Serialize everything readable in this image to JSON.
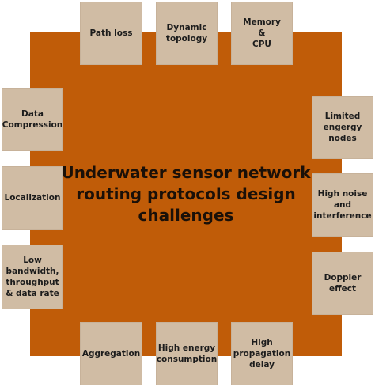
{
  "center": {
    "title": "Underwater sensor network\nrouting protocols design\nchallenges"
  },
  "challenges": {
    "top": [
      "Path loss",
      "Dynamic\ntopology",
      "Memory\n&\nCPU"
    ],
    "right": [
      "Limited\nengergy\nnodes",
      "High noise\nand\ninterference",
      "Doppler\neffect"
    ],
    "bottom": [
      "Aggregation",
      "High energy\nconsumption",
      "High\npropagation\ndelay"
    ],
    "left": [
      "Data\nCompression",
      "Localization",
      "Low\nbandwidth,\nthroughput\n& data rate"
    ]
  },
  "colors": {
    "center_fill": "#c05c08",
    "box_fill": "#d0bca4",
    "text": "#1c1c1c"
  }
}
